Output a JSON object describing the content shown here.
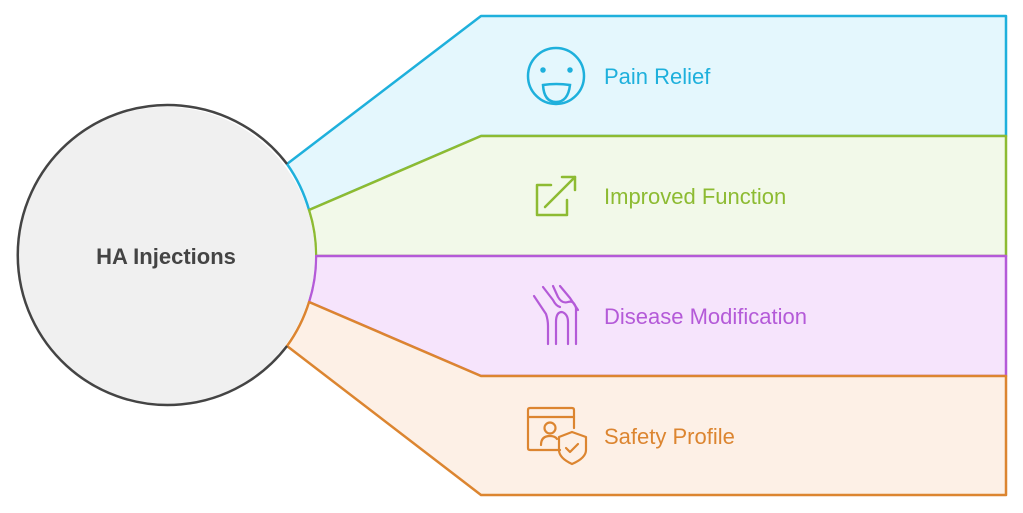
{
  "center": {
    "label": "HA Injections",
    "fill": "#f0f0f0",
    "stroke": "#444444"
  },
  "branches": [
    {
      "label": "Pain Relief",
      "icon": "smiley-face-icon",
      "color": "#1eb0dc",
      "fill": "#e4f7fd"
    },
    {
      "label": "Improved Function",
      "icon": "external-arrow-icon",
      "color": "#8dbb32",
      "fill": "#f2f9e9"
    },
    {
      "label": "Disease Modification",
      "icon": "knee-joint-icon",
      "color": "#b45ad8",
      "fill": "#f6e4fc"
    },
    {
      "label": "Safety Profile",
      "icon": "user-shield-icon",
      "color": "#dc8530",
      "fill": "#fdf0e6"
    }
  ]
}
